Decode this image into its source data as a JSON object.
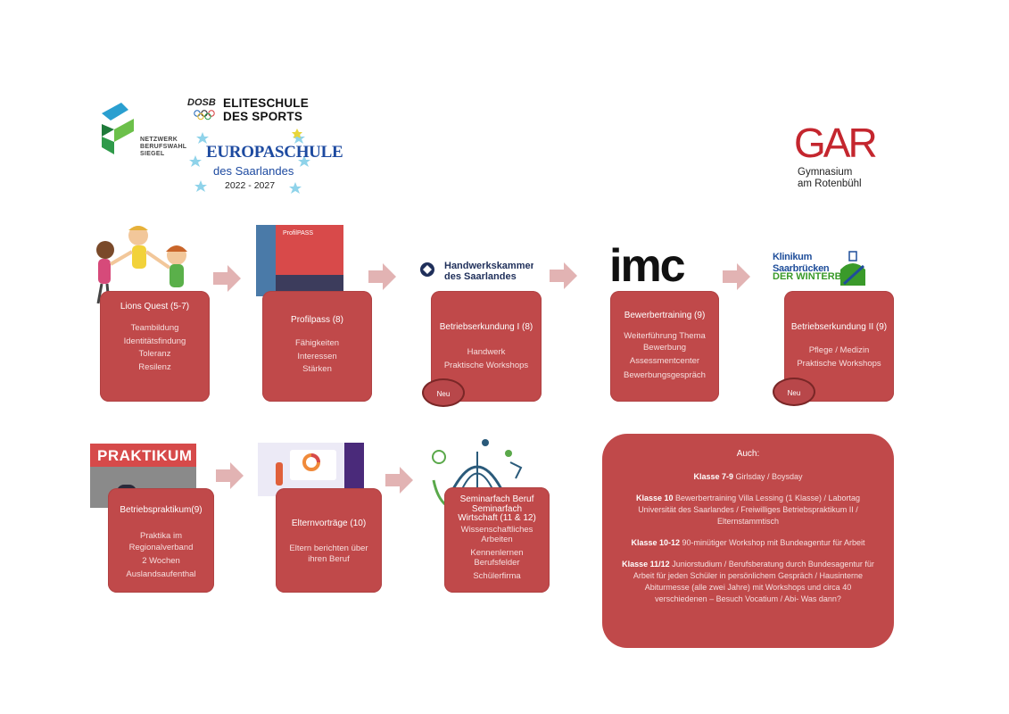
{
  "header": {
    "netzwerk_logo_lines": [
      "NETZWERK",
      "BERUFSWAHL",
      "SIEGEL"
    ],
    "dosb": "DOSB",
    "eliteschule_lines": [
      "ELITESCHULE",
      "DES SPORTS"
    ],
    "europaschule": "EUROPASCHULE",
    "europaschule_sub": "des Saarlandes",
    "europaschule_years": "2022 - 2027",
    "gar_logo": "GAR",
    "gar_sub_lines": [
      "Gymnasium",
      "am Rotenbühl"
    ]
  },
  "row1": [
    {
      "title": "Lions Quest  (5-7)",
      "items": [
        "Teambildung",
        "Identitätsfindung",
        "Toleranz",
        "Resilenz"
      ]
    },
    {
      "title": "Profilpass (8)",
      "items": [
        "Fähigkeiten",
        "Interessen",
        "Stärken"
      ],
      "picture_text": "ProfilPASS"
    },
    {
      "title": "Betriebserkundung I (8)",
      "items": [
        "Handwerk",
        "Praktische Workshops"
      ],
      "badge": "Neu",
      "picture_lines": [
        "Handwerkskammer",
        "des Saarlandes"
      ]
    },
    {
      "title": "Bewerbertraining (9)",
      "items": [
        "Weiterführung Thema",
        "Bewerbung",
        "Assessmentcenter",
        "Bewerbungsgespräch"
      ],
      "picture_text": "imc"
    },
    {
      "title": "Betriebserkundung II (9)",
      "items": [
        "Pflege / Medizin",
        "Praktische Workshops"
      ],
      "badge": "Neu",
      "picture_lines": [
        "Klinikum Saarbrücken",
        "DER WINTERBERG"
      ]
    }
  ],
  "row2": [
    {
      "title": "Betriebspraktikum(9)",
      "items": [
        "Praktika im",
        "Regionalverband",
        "2 Wochen",
        "Auslandsaufenthal"
      ],
      "picture_text": "PRAKTIKUM"
    },
    {
      "title": "Elternvorträge (10)",
      "items": [
        "Eltern berichten über",
        "ihren Beruf"
      ]
    },
    {
      "title_lines": [
        "Seminarfach Beruf",
        "Seminarfach",
        "Wirtschaft (11 & 12)"
      ],
      "items": [
        "Wissenschaftliches",
        "Arbeiten",
        "Kennenlernen",
        "Berufsfelder",
        "Schülerfirma"
      ]
    }
  ],
  "auch": {
    "title": "Auch:",
    "k79_label": "Klasse 7-9",
    "k79_text": " Girlsday / Boysday",
    "k10_label": "Klasse 10",
    "k10_text": " Bewerbertraining Villa Lessing (1 Klasse) / Labortag Universität des Saarlandes / Freiwilliges Betriebspraktikum II / Elternstammtisch",
    "k1012_label": "Klasse 10-12",
    "k1012_text": " 90-minütiger Workshop mit Bundeagentur für Arbeit",
    "k1112_label": "Klasse 11/12",
    "k1112_text": " Juniorstudium / Berufsberatung durch Bundesagentur für Arbeit für jeden Schüler in persönlichem Gespräch / Hausinterne Abiturmesse (alle zwei Jahre) mit Workshops und circa 40 verschiedenen – Besuch Vocatium / Abi- Was dann?"
  },
  "colors": {
    "box": "#c0494a",
    "arrow": "#e2b3b3",
    "gar_red": "#c4262e"
  }
}
